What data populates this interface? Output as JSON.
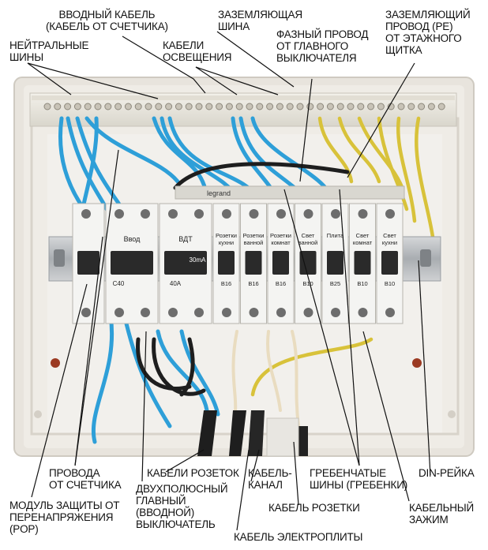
{
  "labels": {
    "input_cable": "ВВОДНЫЙ КАБЕЛЬ\n(КАБЕЛЬ ОТ СЧЕТЧИКА)",
    "grounding_bus": "ЗАЗЕМЛЯЮЩАЯ\nШИНА",
    "ground_wire_pe": "ЗАЗЕМЛЯЮЩИЙ\nПРОВОД (PE)\nОТ ЭТАЖНОГО\nЩИТКА",
    "neutral_buses": "НЕЙТРАЛЬНЫЕ\nШИНЫ",
    "lighting_cables": "КАБЕЛИ\nОСВЕЩЕНИЯ",
    "phase_wire": "ФАЗНЫЙ ПРОВОД\nОТ ГЛАВНОГО\nВЫКЛЮЧАТЕЛЯ",
    "wires_from_meter": "ПРОВОДА\nОТ СЧЕТЧИКА",
    "socket_cables": "КАБЕЛИ РОЗЕТОК",
    "cable_channel": "КАБЕЛЬ-\nКАНАЛ",
    "comb_buses": "ГРЕБЕНЧАТЫЕ\nШИНЫ (ГРЕБЕНКИ)",
    "din_rail": "DIN-РЕЙКА",
    "surge_module": "МОДУЛЬ ЗАЩИТЫ ОТ\nПЕРЕНАПРЯЖЕНИЯ\n(POP)",
    "main_switch": "ДВУХПОЛЮСНЫЙ\nГЛАВНЫЙ\n(ВВОДНОЙ)\nВЫКЛЮЧАТЕЛЬ",
    "socket_cable": "КАБЕЛЬ РОЗЕТКИ",
    "cable_clamp": "КАБЕЛЬНЫЙ\nЗАЖИМ",
    "stove_cable": "КАБЕЛЬ ЭЛЕКТРОПЛИТЫ"
  },
  "devices": {
    "breaker_c40": "C40",
    "rcd_label": "ВДТ",
    "rcd_rating": "40A",
    "rcd_sensitivity": "30mA",
    "input_label": "Ввод",
    "legrand": "legrand",
    "breakers": [
      {
        "name": "Розетки\nкухни",
        "rating": "B16"
      },
      {
        "name": "Розетки\nванной",
        "rating": "B16"
      },
      {
        "name": "Розетки\nкомнат",
        "rating": "B16"
      },
      {
        "name": "Свет\nванной",
        "rating": "B10"
      },
      {
        "name": "Плита",
        "rating": "B25"
      },
      {
        "name": "Свет\nкомнат",
        "rating": "B10"
      },
      {
        "name": "Свет\nкухни",
        "rating": "B10"
      }
    ]
  },
  "colors": {
    "box": "#eeeae4",
    "blue_wire": "#2e9fd8",
    "yellow_green_wire": "#d8c23a",
    "black_cable": "#1e1e1e",
    "copper": "#b86b2e",
    "din_rail": "#b9bcbf",
    "breaker_body": "#f4f4f2"
  }
}
